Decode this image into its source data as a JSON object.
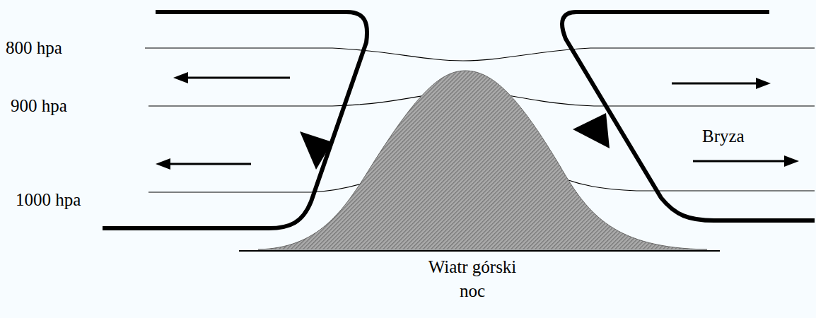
{
  "diagram": {
    "labels": [
      "800 hpa",
      "900 hpa",
      "1000 hpa",
      "Bryza",
      "Wiatr górski",
      "noc"
    ]
  }
}
